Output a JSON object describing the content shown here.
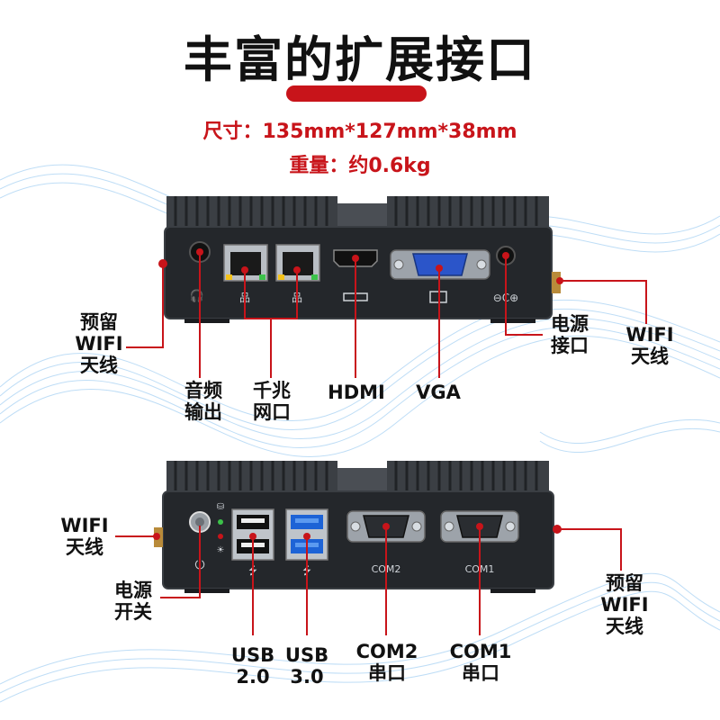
{
  "title": "丰富的扩展接口",
  "specs": {
    "size": "尺寸：135mm*127mm*38mm",
    "weight": "重量：约0.6kg"
  },
  "front_panel": {
    "labels": {
      "reserved_wifi": [
        "预留",
        "WIFI",
        "天线"
      ],
      "audio_out": [
        "音频",
        "输出"
      ],
      "gigabit_lan": [
        "千兆",
        "网口"
      ],
      "hdmi": "HDMI",
      "vga": "VGA",
      "power_port": [
        "电源",
        "接口"
      ],
      "wifi_antenna": [
        "WIFI",
        "天线"
      ]
    }
  },
  "back_panel": {
    "printed": {
      "com2": "COM2",
      "com1": "COM1"
    },
    "labels": {
      "wifi_antenna": [
        "WIFI",
        "天线"
      ],
      "power_switch": [
        "电源",
        "开关"
      ],
      "usb2": [
        "USB",
        "2.0"
      ],
      "usb3": [
        "USB",
        "3.0"
      ],
      "com2": [
        "COM2",
        "串口"
      ],
      "com1": [
        "COM1",
        "串口"
      ],
      "reserved_wifi": [
        "预留",
        "WIFI",
        "天线"
      ]
    }
  },
  "colors": {
    "accent_red": "#c8141a",
    "chassis": "#2a2d31",
    "chassis_face": "#1f2225",
    "vga_blue": "#2b55c9",
    "usb3_blue": "#1d63d6",
    "wave_blue": "#5aa9e6"
  }
}
